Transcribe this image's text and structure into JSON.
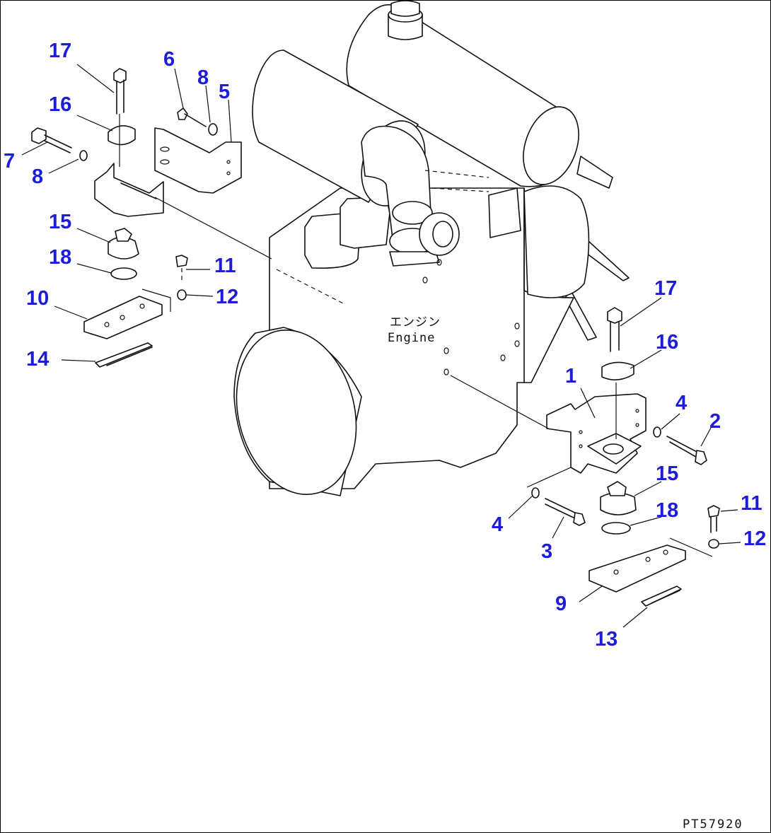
{
  "engine_label": {
    "jp": "エンジン",
    "en": "Engine"
  },
  "drawing_code": "PT57920",
  "callouts": {
    "left": [
      "17",
      "16",
      "6",
      "8",
      "5",
      "7",
      "8",
      "15",
      "18",
      "11",
      "12",
      "10",
      "14"
    ],
    "right": [
      "17",
      "16",
      "1",
      "4",
      "2",
      "15",
      "18",
      "11",
      "12",
      "4",
      "3",
      "9",
      "13"
    ]
  },
  "colors": {
    "callout": "#1d1dd8",
    "line": "#111111",
    "background": "#ffffff"
  }
}
